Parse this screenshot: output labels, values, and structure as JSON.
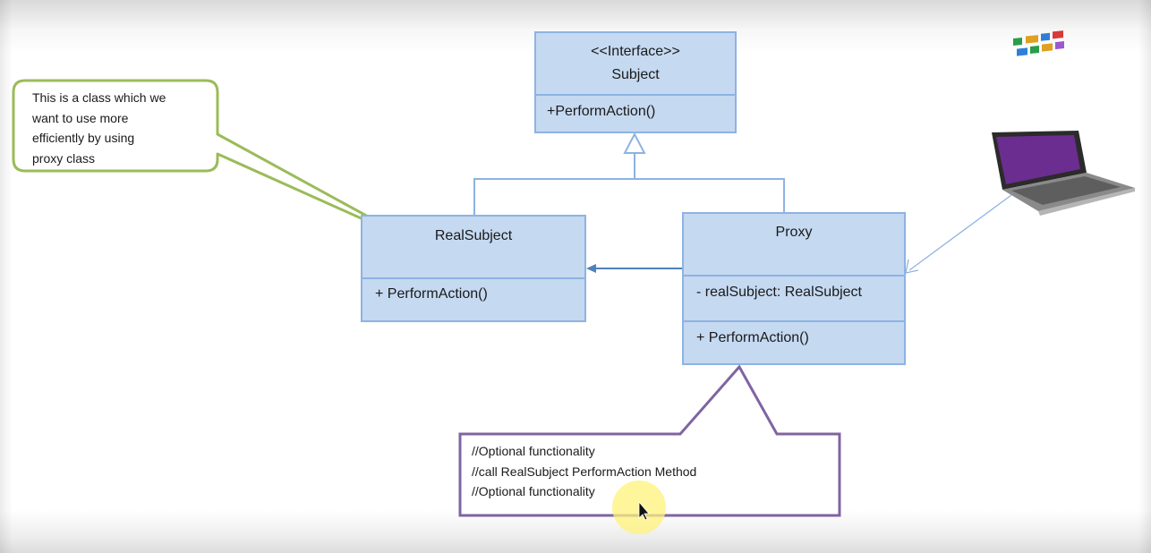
{
  "diagram": {
    "subject": {
      "stereotype": "<<Interface>>",
      "name": "Subject",
      "operation": "+PerformAction()"
    },
    "real_subject": {
      "name": "RealSubject",
      "operation": "+ PerformAction()"
    },
    "proxy": {
      "name": "Proxy",
      "attribute": "- realSubject: RealSubject",
      "operation": "+ PerformAction()"
    },
    "callout": {
      "lines": [
        "This is a class  which we",
        "want to use more",
        "efficiently by using",
        "proxy class"
      ]
    },
    "note": {
      "lines": [
        "//Optional functionality",
        "//call RealSubject PerformAction Method",
        "//Optional functionality"
      ]
    },
    "client_icon": "laptop-icon",
    "colors": {
      "class_fill": "#c5d9f1",
      "class_border": "#8db3e2",
      "connector": "#4f81bd",
      "callout_border": "#9bbb59",
      "note_border": "#8064a2",
      "cursor_highlight": "#fff27a"
    }
  }
}
